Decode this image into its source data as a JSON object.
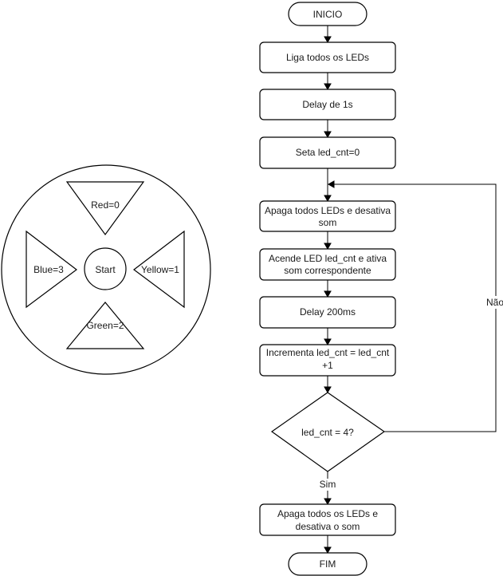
{
  "keypad": {
    "center_label": "Start",
    "top_label": "Red=0",
    "right_label": "Yellow=1",
    "bottom_label": "Green=2",
    "left_label": "Blue=3"
  },
  "flowchart": {
    "start_label": "INICIO",
    "step1_label": "Liga todos os LEDs",
    "step2_label": "Delay de 1s",
    "step3_label": "Seta led_cnt=0",
    "step4_line1": "Apaga todos LEDs e desativa",
    "step4_line2": "som",
    "step5_line1": "Acende LED led_cnt e ativa",
    "step5_line2": "som correspondente",
    "step6_label": "Delay 200ms",
    "step7_line1": "Incrementa led_cnt = led_cnt",
    "step7_line2": "+1",
    "decision_label": "led_cnt = 4?",
    "yes_label": "Sim",
    "no_label": "Não",
    "step8_line1": "Apaga todos os LEDs e",
    "step8_line2": "desativa o som",
    "end_label": "FIM"
  }
}
